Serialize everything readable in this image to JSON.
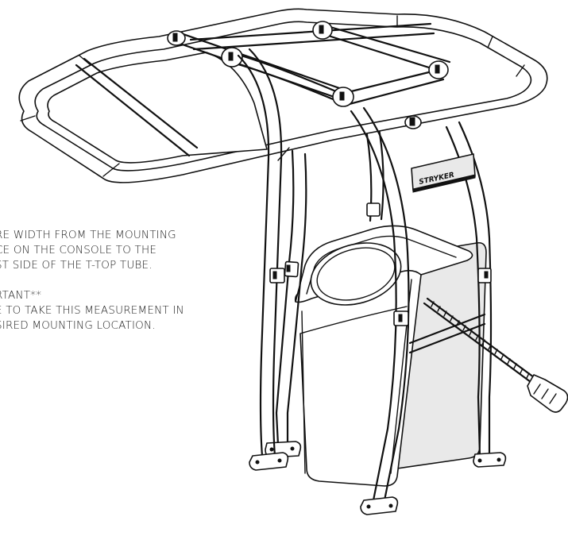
{
  "instructions": {
    "lines": [
      "RE WIDTH FROM THE MOUNTING",
      "CE ON THE CONSOLE TO THE",
      "ST SIDE OF THE T-TOP TUBE.",
      "",
      "RTANT**",
      "E TO TAKE THIS MEASUREMENT IN",
      "SIRED MOUNTING LOCATION."
    ]
  },
  "logo_text": "STRYKER"
}
